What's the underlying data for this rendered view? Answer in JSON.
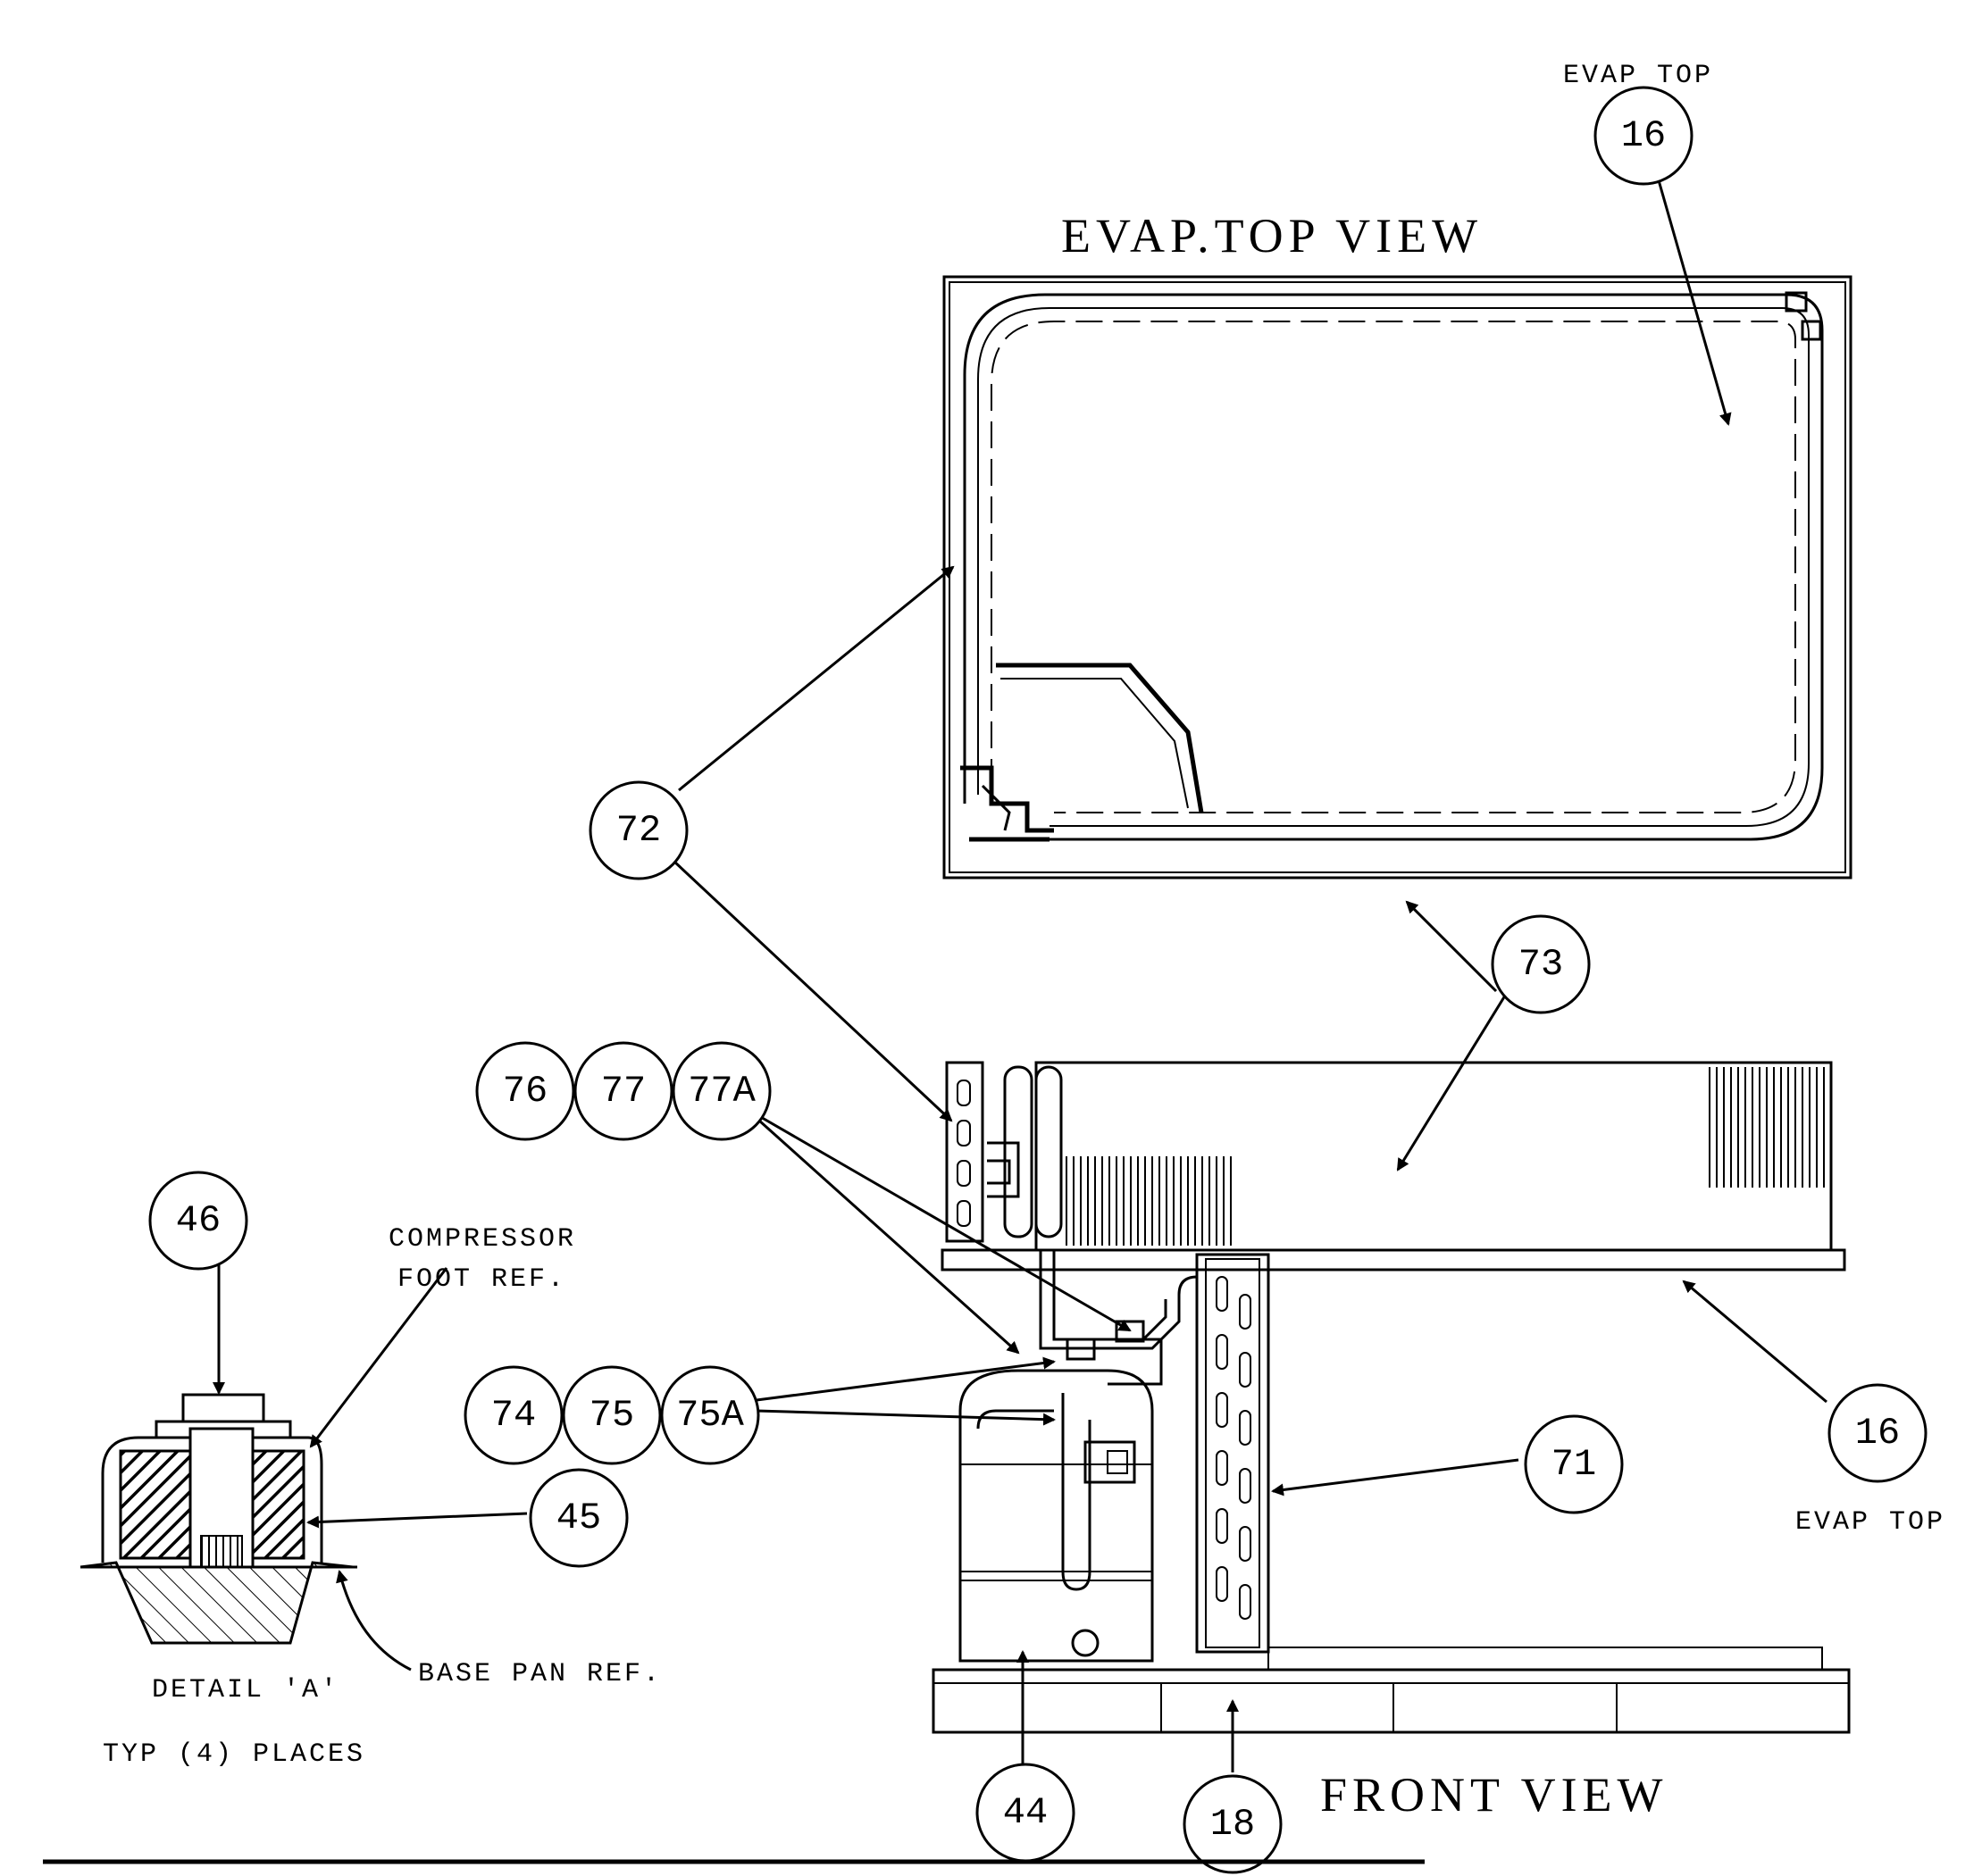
{
  "titles": {
    "top_view": "EVAP.TOP VIEW",
    "front_view": "FRONT VIEW"
  },
  "labels": {
    "evap_top_upper": "EVAP TOP",
    "evap_top_right": "EVAP TOP",
    "compressor_foot_1": "COMPRESSOR",
    "compressor_foot_2": "FOOT REF.",
    "base_pan": "BASE PAN REF.",
    "detail_a": "DETAIL 'A'",
    "typ_places": "TYP (4) PLACES"
  },
  "callouts": {
    "c16_top": "16",
    "c16_right": "16",
    "c72": "72",
    "c73": "73",
    "c76": "76",
    "c77": "77",
    "c77a": "77A",
    "c74": "74",
    "c75": "75",
    "c75a": "75A",
    "c46": "46",
    "c45": "45",
    "c71": "71",
    "c44": "44",
    "c18": "18"
  }
}
